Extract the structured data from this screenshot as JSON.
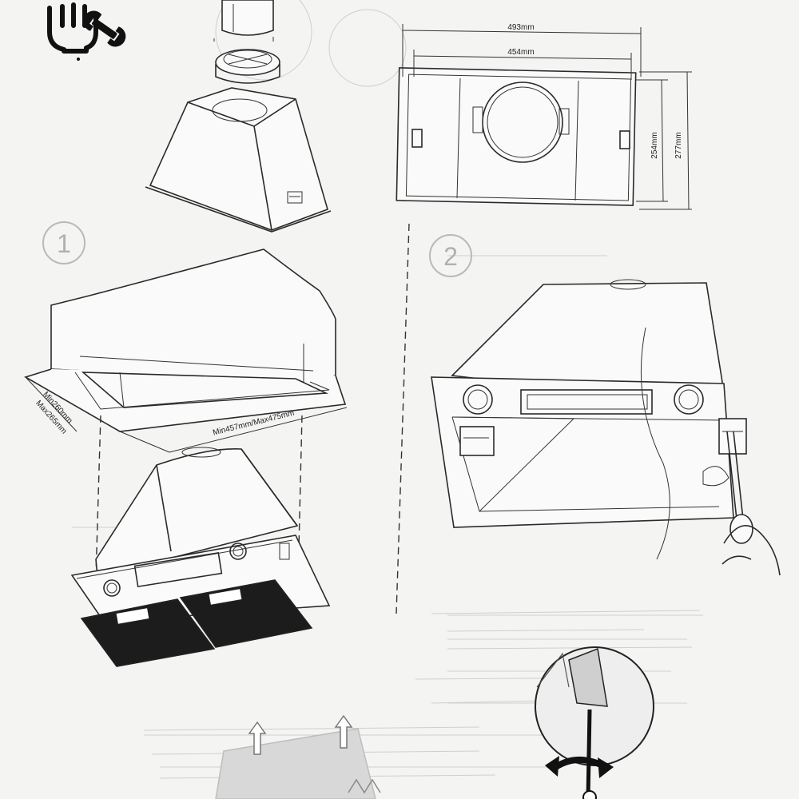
{
  "icons": {
    "tool": "hand-wrench-icon"
  },
  "steps": {
    "step1": "1",
    "step2": "2"
  },
  "top_view": {
    "outer_width": "493mm",
    "inner_width": "454mm",
    "inner_depth": "254mm",
    "outer_depth": "277mm"
  },
  "cutout": {
    "depth": "Min260mm/\nMax265mm",
    "depth_line1": "Min260mm",
    "depth_line2": "Max265mm",
    "width": "Min457mm/Max475mm"
  }
}
